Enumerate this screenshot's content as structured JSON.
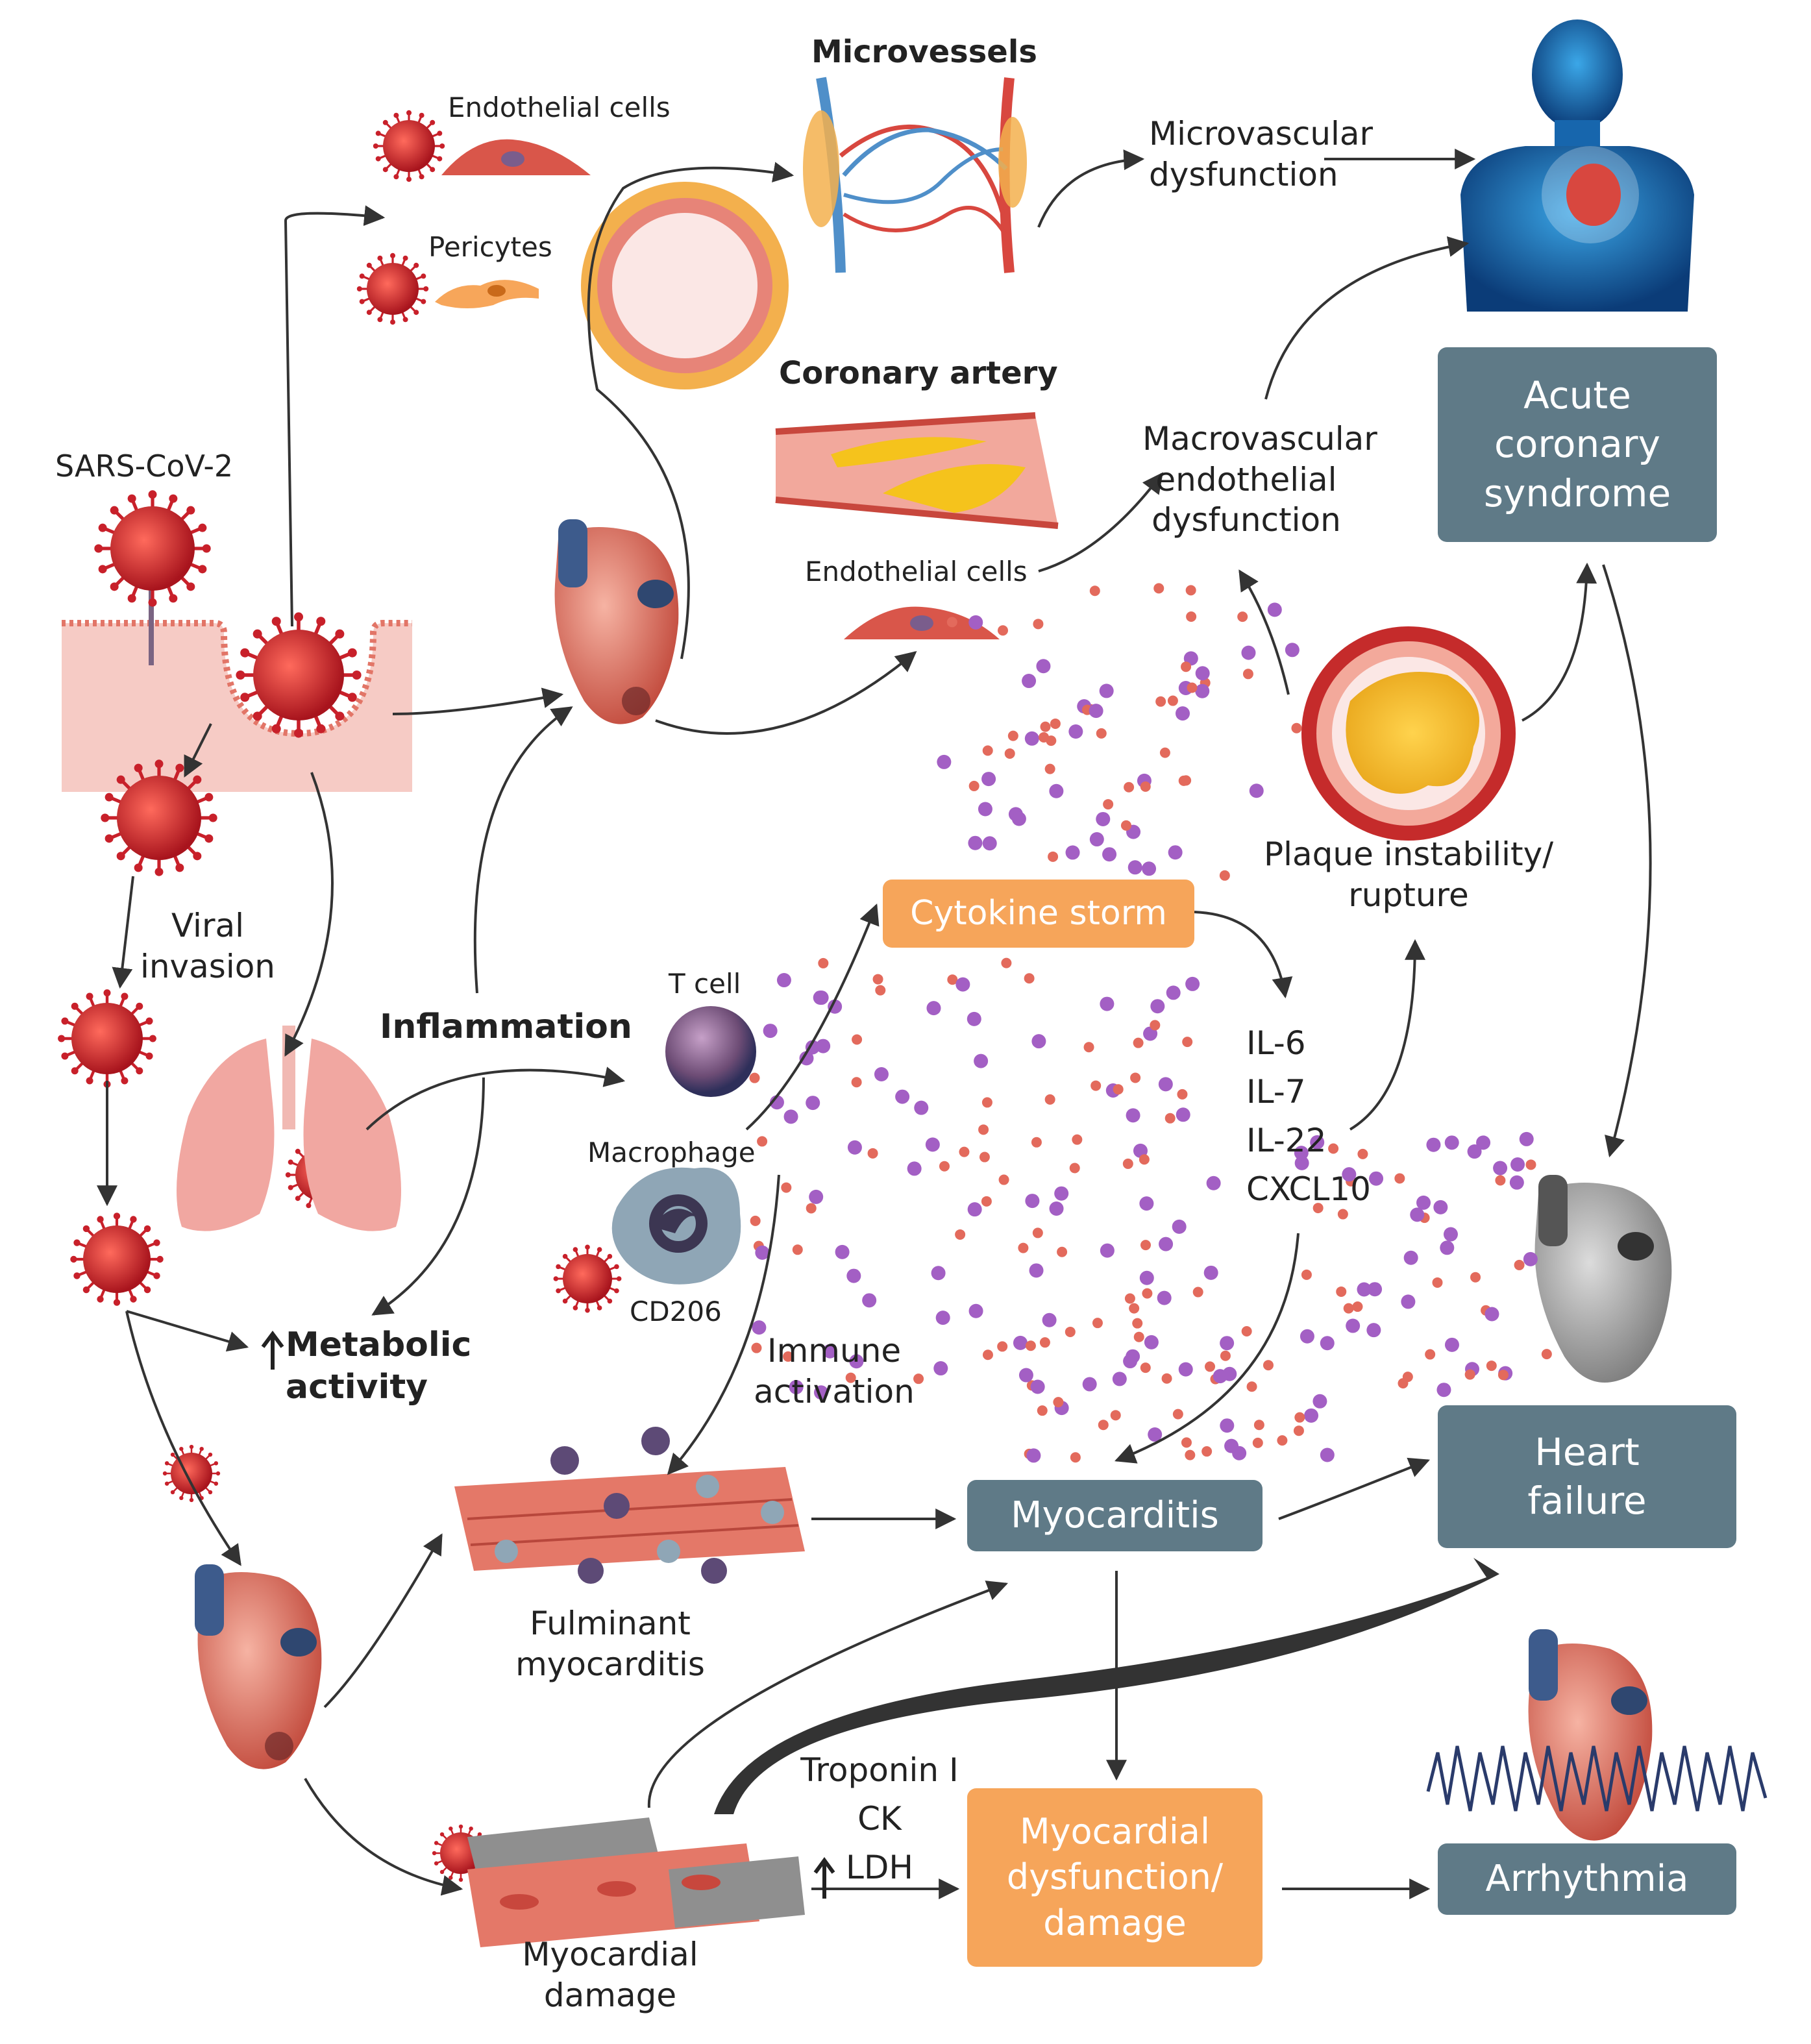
{
  "labels": {
    "sars_cov_2": "SARS-CoV-2",
    "endothelial_cells_top": "Endothelial cells",
    "pericytes": "Pericytes",
    "microvessels": "Microvessels",
    "coronary_artery": "Coronary artery",
    "endothelial_cells_mid": "Endothelial cells",
    "microvascular_dysfunction": "Microvascular\ndysfunction",
    "macrovascular_dysfunction": "Macrovascular\nendothelial\ndysfunction",
    "plaque": "Plaque instability/\nrupture",
    "viral_invasion": "Viral\ninvasion",
    "inflammation": "Inflammation",
    "t_cell": "T cell",
    "macrophage": "Macrophage",
    "cd206": "CD206",
    "metabolic_activity": "Metabolic\nactivity",
    "immune_activation": "Immune\nactivation",
    "cytokines": "IL-6\nIL-7\nIL-22\nCXCL10",
    "fulminant": "Fulminant\nmyocarditis",
    "myocardial_damage": "Myocardial\ndamage",
    "biomarkers": "Troponin I\nCK\nLDH"
  },
  "boxes": {
    "acs": "Acute\ncoronary\nsyndrome",
    "cytokine_storm": "Cytokine storm",
    "myocarditis": "Myocarditis",
    "heart_failure": "Heart\nfailure",
    "myocardial_dysfunction": "Myocardial\ndysfunction/\ndamage",
    "arrhythmia": "Arrhythmia"
  },
  "colors": {
    "slate_box": "#5f7a87",
    "orange_box": "#f6a55a",
    "virus": "#c8202a",
    "dot_purple": "#a35fc4",
    "dot_red": "#e36a5c",
    "arrow": "#333333"
  }
}
